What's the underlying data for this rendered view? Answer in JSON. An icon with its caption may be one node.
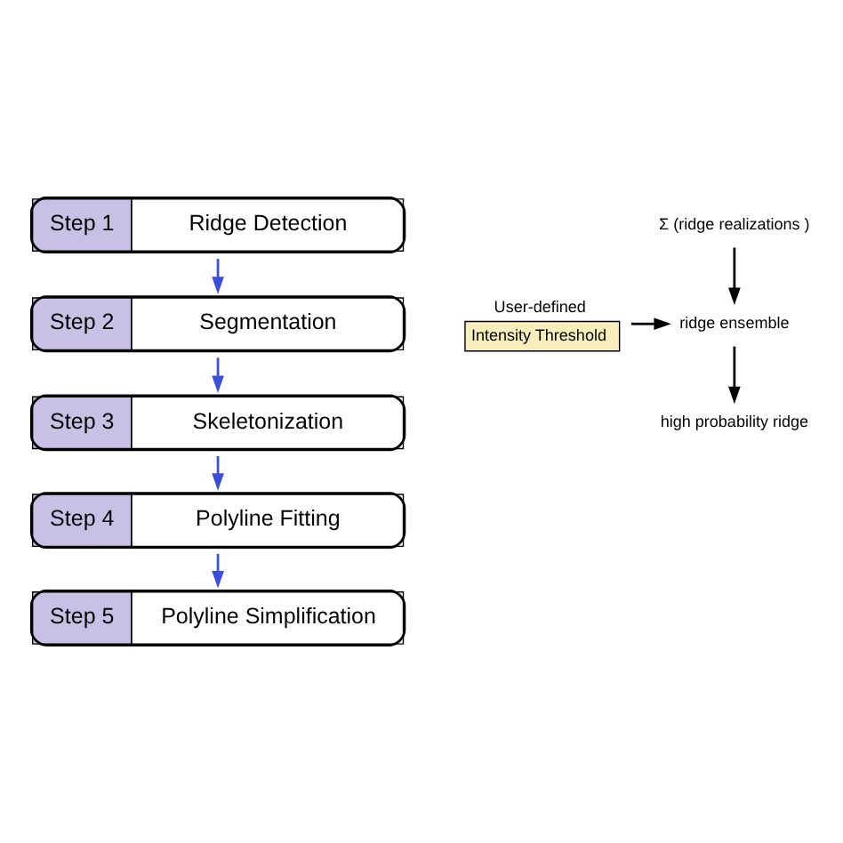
{
  "diagram": {
    "nodes": [
      {
        "text": [
          "Step 1",
          "Ridge Detection"
        ]
      },
      {
        "text": [
          "Σ (ridge realizations )"
        ]
      },
      {
        "text": [
          "Intensity Threshold"
        ],
        "beside": [
          "User-defined"
        ]
      },
      {
        "text": [
          "ridge ensemble"
        ]
      },
      {
        "text": [
          "high probability ridge"
        ]
      },
      {
        "text": [
          "Step 2",
          "Segmentation"
        ]
      },
      {
        "text": [
          "Step 3",
          "Skeletonization"
        ]
      },
      {
        "text": [
          "Step 4",
          "Polyline Fitting"
        ]
      },
      {
        "text": [
          "Step 5",
          "Polyline Simplification"
        ]
      }
    ],
    "edges": [
      {
        "from": 0,
        "to": 5,
        "arrow": "to"
      },
      {
        "from": 1,
        "to": 3,
        "arrow": "to",
        "color": "#000000"
      },
      {
        "from": 2,
        "to": 3,
        "arrow": "to",
        "color": "#000000"
      },
      {
        "from": 3,
        "to": 4,
        "arrow": "to",
        "color": "#000000"
      },
      {
        "from": 5,
        "to": 6,
        "arrow": "to"
      },
      {
        "from": 6,
        "to": 7,
        "arrow": "to"
      },
      {
        "from": 7,
        "to": 8,
        "arrow": "to"
      }
    ]
  }
}
